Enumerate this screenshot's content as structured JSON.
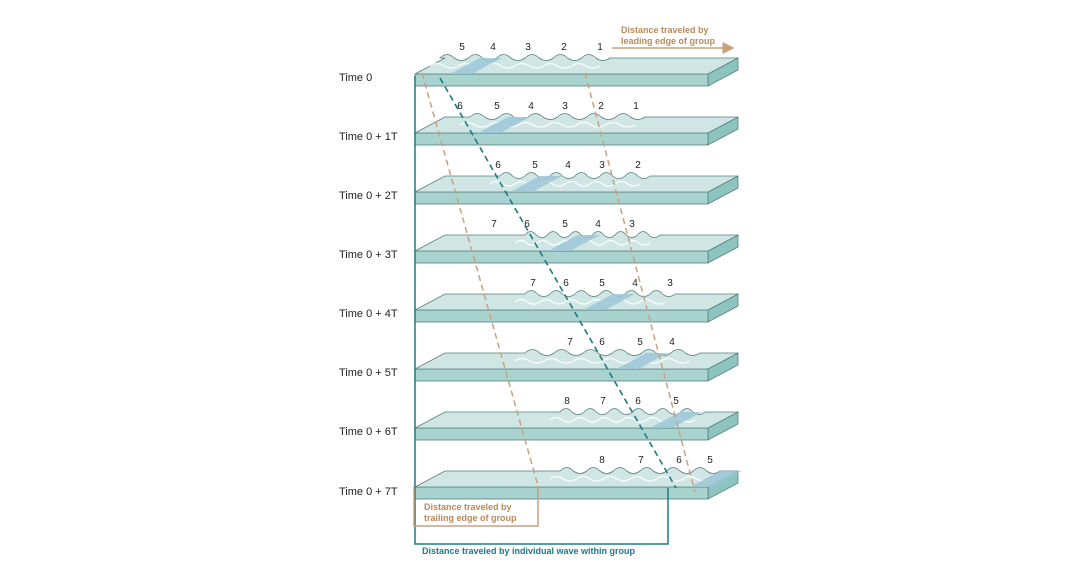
{
  "rows": [
    {
      "label": "Time 0",
      "numbers": [
        "5",
        "4",
        "3",
        "2",
        "1"
      ]
    },
    {
      "label": "Time 0 + 1T",
      "numbers": [
        "6",
        "5",
        "4",
        "3",
        "2",
        "1"
      ]
    },
    {
      "label": "Time 0 + 2T",
      "numbers": [
        "6",
        "5",
        "4",
        "3",
        "2"
      ]
    },
    {
      "label": "Time 0 + 3T",
      "numbers": [
        "7",
        "6",
        "5",
        "4",
        "3"
      ]
    },
    {
      "label": "Time 0 + 4T",
      "numbers": [
        "7",
        "6",
        "5",
        "4",
        "3"
      ]
    },
    {
      "label": "Time 0 + 5T",
      "numbers": [
        "7",
        "6",
        "5",
        "4"
      ]
    },
    {
      "label": "Time 0 + 6T",
      "numbers": [
        "8",
        "7",
        "6",
        "5"
      ]
    },
    {
      "label": "Time 0 + 7T",
      "numbers": [
        "8",
        "7",
        "6",
        "5"
      ]
    }
  ],
  "captions": {
    "leading_line1": "Distance traveled by",
    "leading_line2": "leading edge of group",
    "trailing_line1": "Distance traveled by",
    "trailing_line2": "trailing edge of group",
    "individual": "Distance traveled by individual wave within group"
  },
  "colors": {
    "slab_top": "#cfe6e4",
    "slab_front": "#a9d3cf",
    "slab_side": "#8ec4bf",
    "highlight": "#9cc6d8",
    "tan": "#c9a27c",
    "teal": "#1d7a86"
  }
}
